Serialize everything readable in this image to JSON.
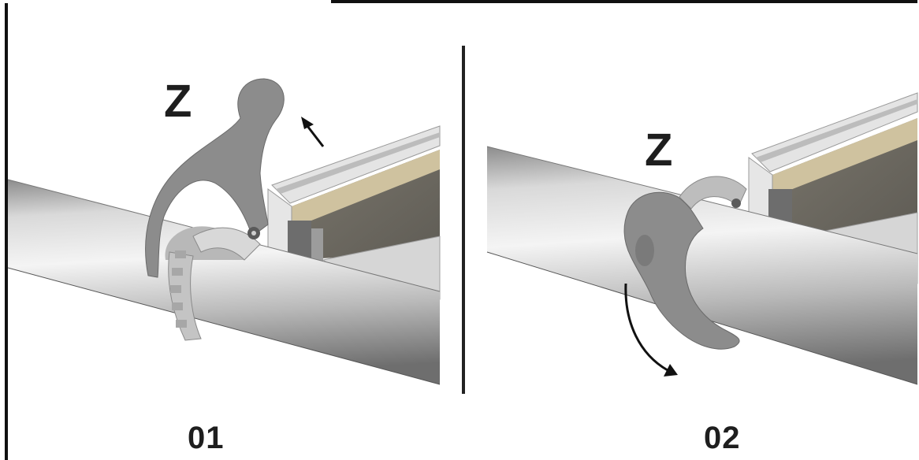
{
  "panels": [
    {
      "part_label": "Z",
      "step": "01",
      "lever_state": "open",
      "arrow_direction": "up-left"
    },
    {
      "part_label": "Z",
      "step": "02",
      "lever_state": "closing",
      "arrow_direction": "down-around"
    }
  ],
  "colors": {
    "tube_light": "#f2f2f2",
    "tube_mid": "#c8c8c8",
    "tube_dark": "#7a7a7a",
    "lever": "#8a8a8a",
    "deck_board": "#6f6b62",
    "deck_edge": "#cdbf9c",
    "frame_metal": "#d0d0d0",
    "text": "#1e1e1e"
  }
}
